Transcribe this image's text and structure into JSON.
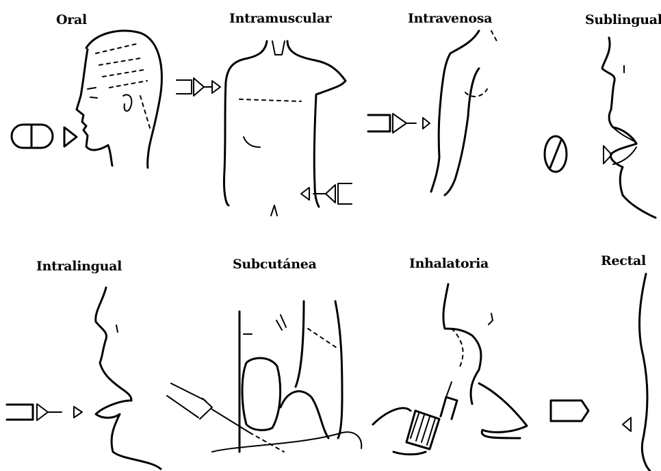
{
  "routes": [
    {
      "id": "oral",
      "label": "Oral"
    },
    {
      "id": "intramuscular",
      "label": "Intramuscular"
    },
    {
      "id": "intravenosa",
      "label": "Intravenosa"
    },
    {
      "id": "sublingual",
      "label": "Sublingual"
    },
    {
      "id": "intralingual",
      "label": "Intralingual"
    },
    {
      "id": "subcutanea",
      "label": "Subcutánea"
    },
    {
      "id": "inhalatoria",
      "label": "Inhalatoria"
    },
    {
      "id": "rectal",
      "label": "Rectal"
    }
  ],
  "colors": {
    "ink": "#000000",
    "background": "#ffffff"
  },
  "icons": [
    "pill-icon",
    "syringe-icon",
    "tablet-icon",
    "suppository-icon",
    "inhaler-icon",
    "arrow-icon"
  ]
}
